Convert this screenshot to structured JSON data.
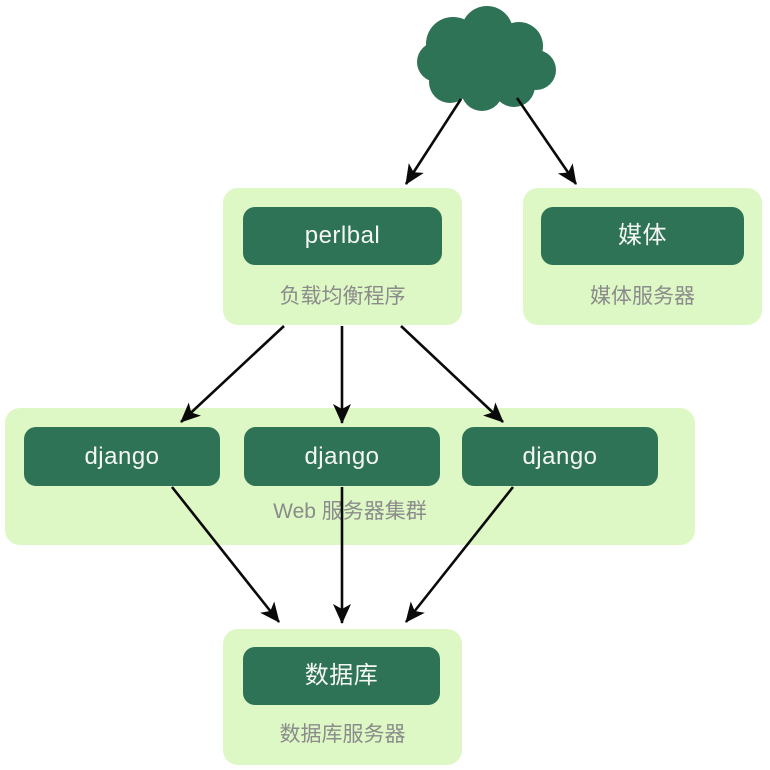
{
  "nodes": {
    "load_balancer": {
      "label": "perlbal",
      "caption": "负载均衡程序"
    },
    "media_server": {
      "label": "媒体",
      "caption": "媒体服务器"
    },
    "web_cluster": {
      "caption": "Web 服务器集群",
      "servers": [
        {
          "label": "django"
        },
        {
          "label": "django"
        },
        {
          "label": "django"
        }
      ]
    },
    "database_server": {
      "label": "数据库",
      "caption": "数据库服务器"
    }
  },
  "edges": [
    {
      "from": "internet-cloud",
      "to": "load_balancer"
    },
    {
      "from": "internet-cloud",
      "to": "media_server"
    },
    {
      "from": "load_balancer",
      "to": "web_cluster.server1"
    },
    {
      "from": "load_balancer",
      "to": "web_cluster.server2"
    },
    {
      "from": "load_balancer",
      "to": "web_cluster.server3"
    },
    {
      "from": "web_cluster.server1",
      "to": "database_server"
    },
    {
      "from": "web_cluster.server2",
      "to": "database_server"
    },
    {
      "from": "web_cluster.server3",
      "to": "database_server"
    }
  ],
  "icons": {
    "cloud": "internet-cloud-icon"
  },
  "colors": {
    "background": "#FFFFFF",
    "node_fill": "#2E7356",
    "group_fill": "#DDF8C5",
    "node_text": "#F4F6F4",
    "caption_text": "#8B8B8B",
    "arrow": "#0A0A0A"
  }
}
